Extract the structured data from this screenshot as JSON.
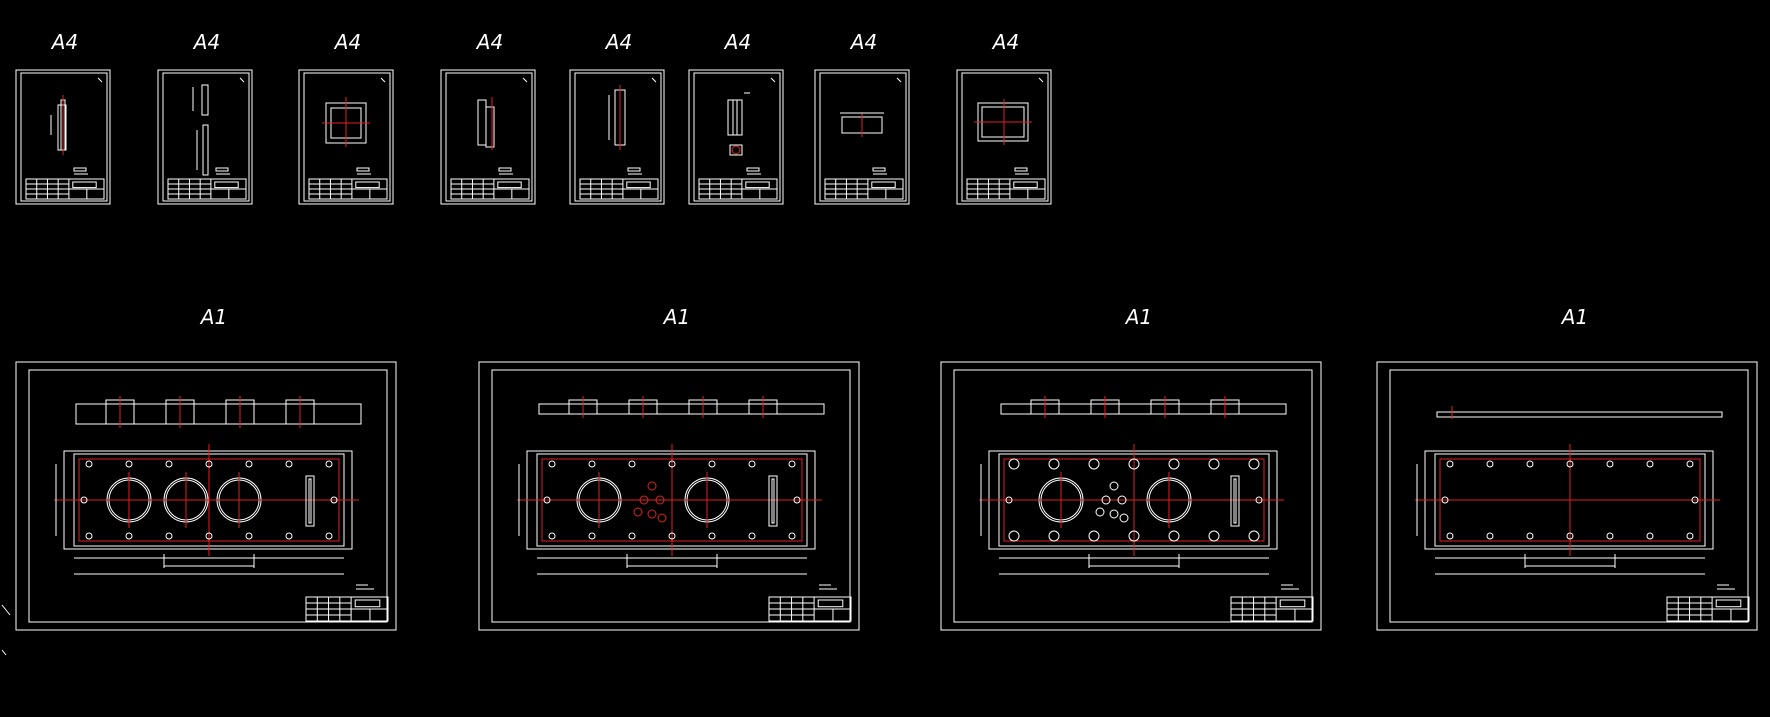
{
  "canvas": {
    "background": "#000000",
    "line_color": "#ffffff",
    "centerline_color": "#e02020"
  },
  "sheets_a4": [
    {
      "size_label": "A4",
      "view": "shaft"
    },
    {
      "size_label": "A4",
      "view": "long-shaft"
    },
    {
      "size_label": "A4",
      "view": "square-frame"
    },
    {
      "size_label": "A4",
      "view": "bracket"
    },
    {
      "size_label": "A4",
      "view": "rod"
    },
    {
      "size_label": "A4",
      "view": "block-with-detail"
    },
    {
      "size_label": "A4",
      "view": "hatched-block"
    },
    {
      "size_label": "A4",
      "view": "rect-frame"
    }
  ],
  "sheets_a1": [
    {
      "size_label": "A1",
      "holes": 3,
      "variant": "plate-a"
    },
    {
      "size_label": "A1",
      "holes": 2,
      "variant": "plate-b"
    },
    {
      "size_label": "A1",
      "holes": 2,
      "variant": "plate-c"
    },
    {
      "size_label": "A1",
      "holes": 0,
      "variant": "plate-d"
    }
  ]
}
